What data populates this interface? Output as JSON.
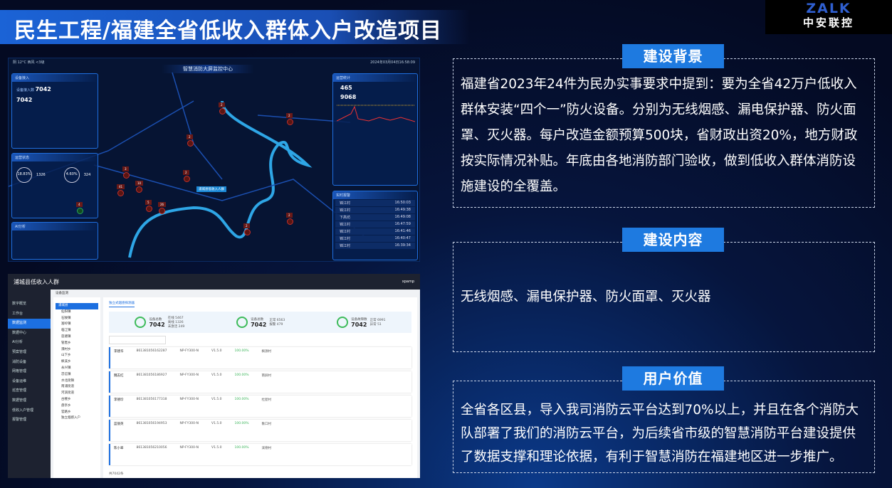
{
  "title": "民生工程/福建全省低收入群体入户改造项目",
  "logo": {
    "en": "ZALK",
    "cn": "中安联控"
  },
  "dashboard": {
    "title": "智慧消防大屏监控中心",
    "weather": "阴 12°C 西风 <3级",
    "datetime": "2024年03月04日16:58:09",
    "left": {
      "p1": "设备接入",
      "total_label": "设备接入数",
      "total": "7042",
      "sub": "7042",
      "p2": "运营状态",
      "pct1": "18.83%",
      "v1": "1326",
      "pct2": "4.60%",
      "v2": "324",
      "p3": "AI分析"
    },
    "right": {
      "p1": "运营统计",
      "a": "465",
      "b": "9068",
      "p2": "实时报警",
      "alarms": [
        {
          "name": "锦江村",
          "time": "16:50:03"
        },
        {
          "name": "锦江村",
          "time": "16:49:38"
        },
        {
          "name": "下高坊",
          "time": "16:49:08"
        },
        {
          "name": "锦江村",
          "time": "16:47:59"
        },
        {
          "name": "锦江村",
          "time": "16:41:46"
        },
        {
          "name": "锦江村",
          "time": "16:40:47"
        },
        {
          "name": "锦江村",
          "time": "16:39:34"
        }
      ]
    },
    "pins": [
      "3",
      "2",
      "2",
      "10",
      "5",
      "41",
      "26",
      "2",
      "2",
      "4",
      "2",
      "2"
    ],
    "center_label": "浦城县低收入人群"
  },
  "app": {
    "name": "浦城县低收入人群",
    "breadcrumb": "设备监测",
    "tab": "独立式烟感探测器",
    "user": "xpamp",
    "menu": [
      "数字概览",
      "工作台",
      "数据监测",
      "数据中心",
      "AI分析",
      "预案管理",
      "消防设备",
      "网格管理",
      "设备运维",
      "巡查管理",
      "数据管理",
      "低收入户管理",
      "报警管理"
    ],
    "tree": [
      "浦城县",
      "仙阳镇",
      "石陂镇",
      "富岭镇",
      "临江镇",
      "莲塘镇",
      "管厝乡",
      "濠村乡",
      "山下乡",
      "枫溪乡",
      "永兴镇",
      "忠信镇",
      "水北街镇",
      "南浦街道",
      "河滨街道",
      "古楼乡",
      "盘亭乡",
      "官路乡",
      "独立烟感入户"
    ],
    "stats": [
      {
        "label": "设备总数",
        "value": "7042",
        "a": "在线 5467",
        "b": "离线 1326",
        "c": "未激活 249"
      },
      {
        "label": "设备总数",
        "value": "7042",
        "a": "正常 6563",
        "b": "报警 479"
      },
      {
        "label": "设备故障数",
        "value": "7042",
        "a": "正常 6991",
        "b": "异常 51"
      }
    ],
    "rows": [
      {
        "name": "李建华",
        "area": "枫源村",
        "serial": "861381056162287"
      },
      {
        "name": "魏志红",
        "area": "南屏村",
        "serial": "861381056186927"
      },
      {
        "name": "李德珍",
        "area": "杜屋村",
        "serial": "861381056177318"
      },
      {
        "name": "蓝丽英",
        "area": "象口村",
        "serial": "861381056194953"
      },
      {
        "name": "陈小翠",
        "area": "溪德村",
        "serial": "861381056210056"
      }
    ],
    "model": "NP-FY300-N",
    "version": "V1.5.0",
    "battery": "100.00%",
    "pager": "共7042条"
  },
  "sections": [
    {
      "header": "建设背景",
      "text": "福建省2023年24件为民办实事要求中提到：要为全省42万户低收入群体安装“四个一”防火设备。分别为无线烟感、漏电保护器、防火面罩、灭火器。每户改造金额预算500块，省财政出资20%，地方财政按实际情况补贴。年底由各地消防部门验收，做到低收入群体消防设施建设的全覆盖。"
    },
    {
      "header": "建设内容",
      "text": "无线烟感、漏电保护器、防火面罩、灭火器"
    },
    {
      "header": "用户价值",
      "text": "全省各区县，导入我司消防云平台达到70%以上，并且在各个消防大队部署了我们的消防云平台，为后续省市级的智慧消防平台建设提供了数据支撑和理论依据，有利于智慧消防在福建地区进一步推广。"
    }
  ]
}
